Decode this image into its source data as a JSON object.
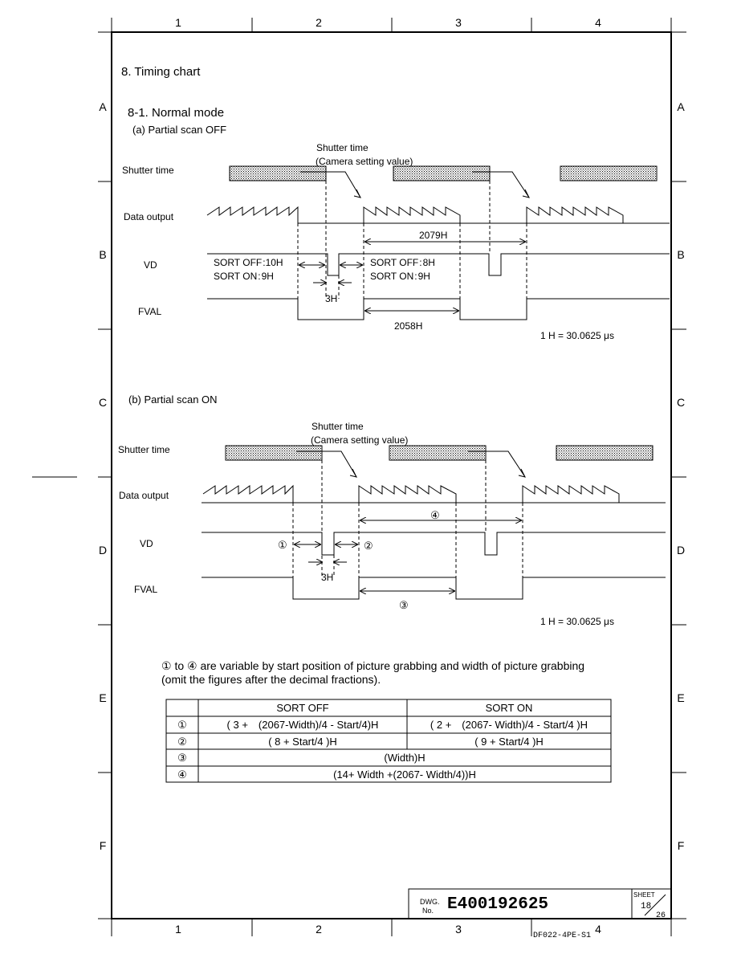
{
  "frame": {
    "columns": [
      "1",
      "2",
      "3",
      "4"
    ],
    "rows": [
      "A",
      "B",
      "C",
      "D",
      "E",
      "F"
    ]
  },
  "section_title": "8. Timing chart",
  "subsection_title": "8-1. Normal mode",
  "diagram_a": {
    "title": "(a) Partial scan OFF",
    "shutter_note_line1": "Shutter time",
    "shutter_note_line2": "(Camera setting value)",
    "labels": {
      "shutter": "Shutter time",
      "data": "Data output",
      "vd": "VD",
      "fval": "FVAL"
    },
    "vd_left_line1": "SORT OFF :10H",
    "vd_left_line2": "SORT ON : 9H",
    "vd_right_line1": "SORT OFF : 8H",
    "vd_right_line2": "SORT ON : 9H",
    "pulse_width": "3H",
    "period": "2079H",
    "fval_low": "2058H",
    "unit_note": "1 H = 30.0625 μs"
  },
  "diagram_b": {
    "title": "(b) Partial scan ON",
    "shutter_note_line1": "Shutter time",
    "shutter_note_line2": "(Camera setting value)",
    "labels": {
      "shutter": "Shutter time",
      "data": "Data output",
      "vd": "VD",
      "fval": "FVAL"
    },
    "mark1": "①",
    "mark2": "②",
    "mark3": "③",
    "mark4": "④",
    "pulse_width": "3H",
    "unit_note": "1 H = 30.0625 μs"
  },
  "note_line1": "① to ④ are variable by start position of picture grabbing and width of picture grabbing",
  "note_line2": "(omit the figures after the decimal fractions).",
  "table": {
    "headers": [
      "",
      "SORT OFF",
      "SORT ON"
    ],
    "rows": [
      {
        "mark": "①",
        "off": "( 3 +　(2067-Width)/4 - Start/4)H",
        "on": "( 2 +　(2067- Width)/4 - Start/4 )H"
      },
      {
        "mark": "②",
        "off": "( 8 + Start/4 )H",
        "on": "( 9 + Start/4 )H"
      },
      {
        "mark": "③",
        "merged": "(Width)H"
      },
      {
        "mark": "④",
        "merged": "(14+ Width +(2067- Width/4))H"
      }
    ]
  },
  "title_block": {
    "dwg_label_line1": "DWG.",
    "dwg_label_line2": "No.",
    "dwg_number": "E400192625",
    "sheet_label": "SHEET",
    "sheet_num": "18",
    "sheet_total": "26"
  },
  "form_code": "DF022-4PE-S1"
}
